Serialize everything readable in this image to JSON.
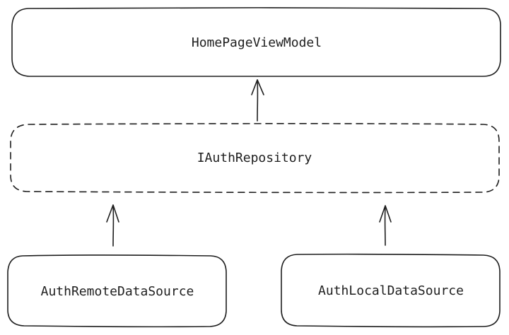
{
  "diagram": {
    "nodes": {
      "view_model": {
        "label": "HomePageViewModel"
      },
      "repository": {
        "label": "IAuthRepository"
      },
      "remote_source": {
        "label": "AuthRemoteDataSource"
      },
      "local_source": {
        "label": "AuthLocalDataSource"
      }
    },
    "edges": [
      {
        "from": "IAuthRepository",
        "to": "HomePageViewModel"
      },
      {
        "from": "AuthRemoteDataSource",
        "to": "IAuthRepository"
      },
      {
        "from": "AuthLocalDataSource",
        "to": "IAuthRepository"
      }
    ],
    "colors": {
      "stroke": "#1e1e1e",
      "background": "#ffffff"
    }
  }
}
